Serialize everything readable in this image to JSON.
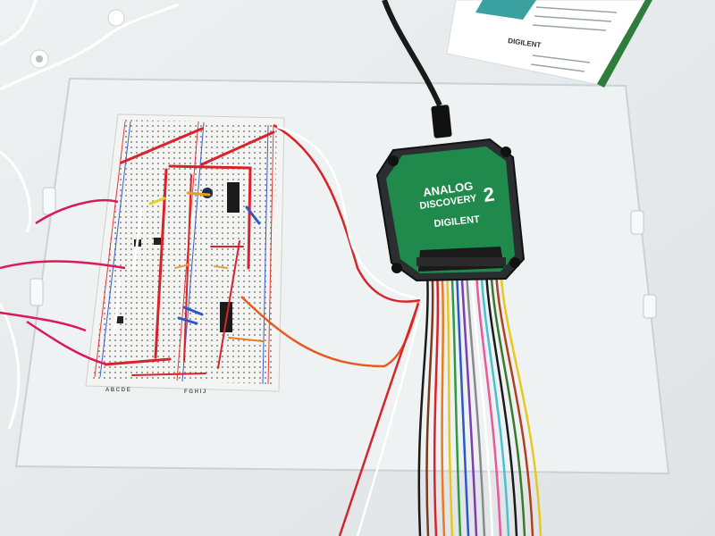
{
  "device": {
    "brand_line1": "ANALOG",
    "brand_line2": "DISCOVERY",
    "model_number": "2",
    "maker": "DIGILENT"
  },
  "card": {
    "maker": "DIGILENT"
  },
  "breadboard": {
    "left_column_letters": "A B C D E",
    "right_column_letters": "F G H I J"
  },
  "colors": {
    "table": "#e9ecee",
    "device_green": "#1f8a4c",
    "breadboard": "#f4f4f2",
    "wire_red": "#d8232a",
    "acrylic_edge": "#c9d2d6"
  }
}
